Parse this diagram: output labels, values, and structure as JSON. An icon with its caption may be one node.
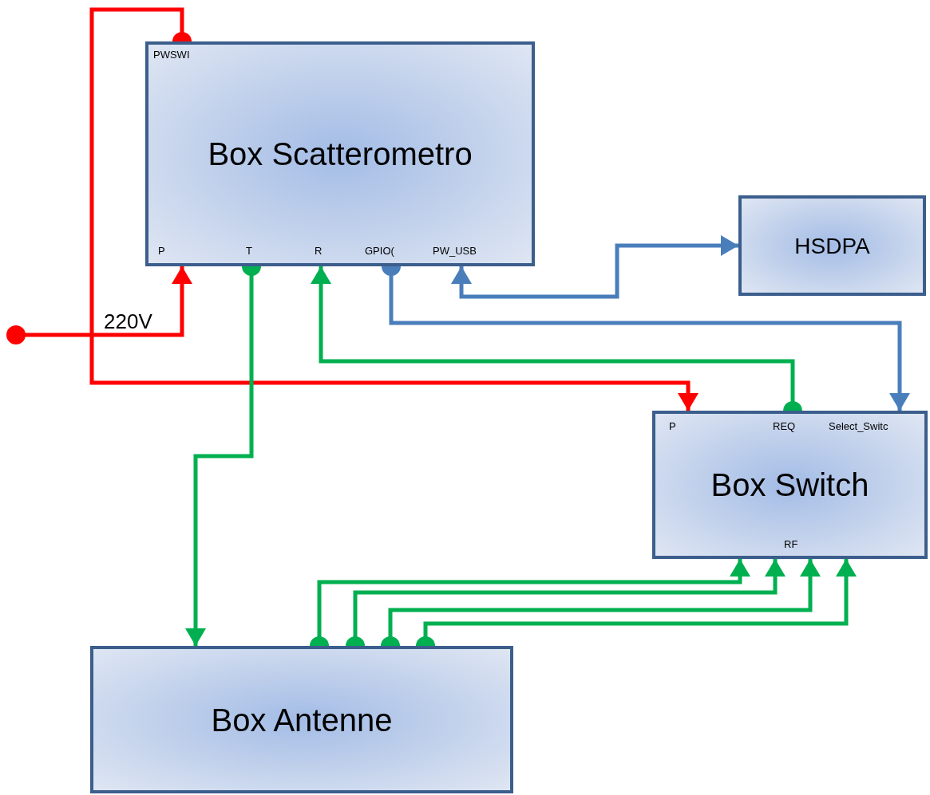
{
  "diagram": {
    "nodes": [
      {
        "text": [
          "Box Scatterometro"
        ]
      },
      {
        "text": [
          "HSDPA"
        ]
      },
      {
        "text": [
          "Box Switch"
        ]
      },
      {
        "text": [
          "Box Antenne"
        ]
      }
    ],
    "edges": [
      {
        "from": null,
        "to": 0,
        "arrow": "to",
        "label": "220V",
        "color": "#ff0000"
      },
      {
        "from": 0,
        "to": 2,
        "arrow": "to",
        "color": "#ff0000"
      },
      {
        "from": 0,
        "to": 3,
        "arrow": "to"
      },
      {
        "from": 2,
        "to": 0,
        "arrow": "to"
      },
      {
        "from": 0,
        "to": 2,
        "arrow": "to",
        "color": "#4a7ebb"
      },
      {
        "from": 0,
        "to": 1,
        "arrow": "both",
        "color": "#4a7ebb"
      },
      {
        "from": 3,
        "to": 2,
        "arrow": "to"
      },
      {
        "from": 3,
        "to": 2,
        "arrow": "to"
      },
      {
        "from": 3,
        "to": 2,
        "arrow": "to"
      },
      {
        "from": 3,
        "to": 2,
        "arrow": "to"
      }
    ],
    "labels": [
      "PWSWI",
      "P",
      "T",
      "R",
      "GPIO(",
      "PW_USB",
      "P",
      "REQ",
      "Select_Switc",
      "RF"
    ]
  }
}
